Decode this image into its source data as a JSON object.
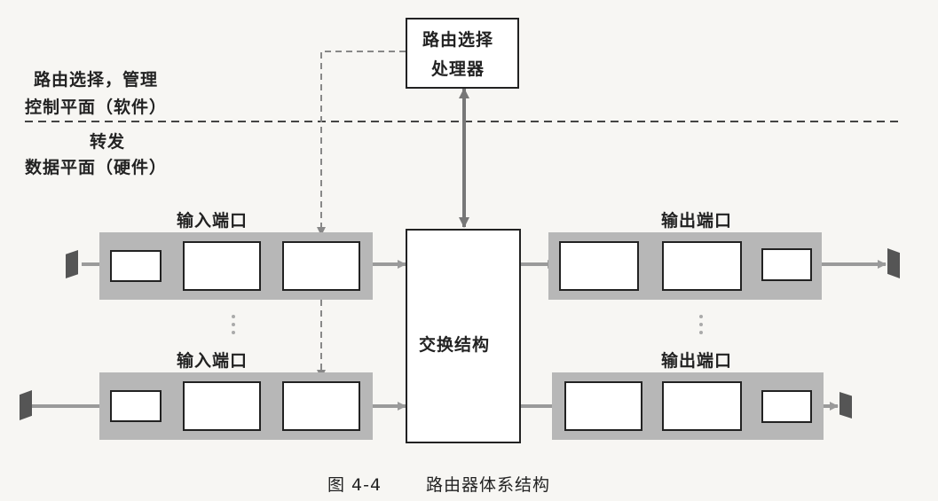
{
  "processor": {
    "line1": "路由选择",
    "line2": "处理器"
  },
  "control_plane": {
    "line1": "路由选择，管理",
    "line2": "控制平面（软件）"
  },
  "data_plane": {
    "line1": "转发",
    "line2": "数据平面（硬件）"
  },
  "input_port_label": "输入端口",
  "output_port_label": "输出端口",
  "switch_fabric": "交换结构",
  "caption": {
    "fig": "图 4-4",
    "title": "路由器体系结构"
  },
  "colors": {
    "band": "#b7b7b7",
    "port_arrow": "#9a9a9a",
    "flag": "#555555"
  }
}
